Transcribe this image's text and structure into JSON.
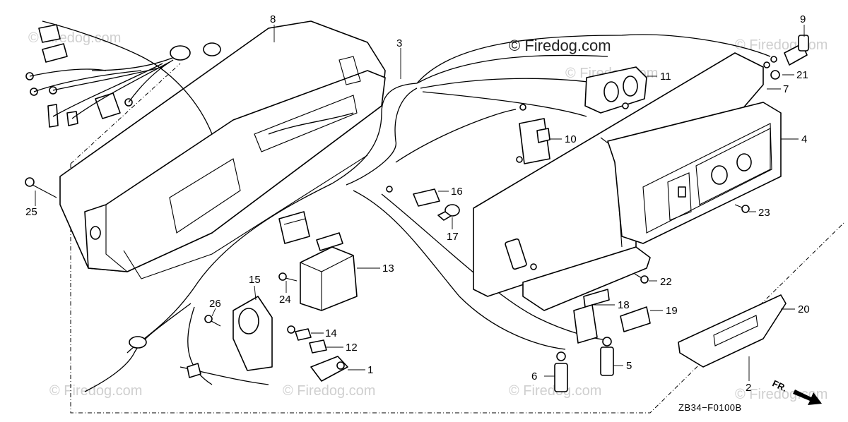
{
  "watermark": {
    "text": "© Firedog.com"
  },
  "diagram_code": "ZB34−F0100B",
  "direction_label": "FR.",
  "callouts": [
    {
      "id": "c1",
      "text": "1"
    },
    {
      "id": "c2",
      "text": "2"
    },
    {
      "id": "c3",
      "text": "3"
    },
    {
      "id": "c4",
      "text": "4"
    },
    {
      "id": "c5",
      "text": "5"
    },
    {
      "id": "c6",
      "text": "6"
    },
    {
      "id": "c7",
      "text": "7"
    },
    {
      "id": "c8",
      "text": "8"
    },
    {
      "id": "c9",
      "text": "9"
    },
    {
      "id": "c10",
      "text": "10"
    },
    {
      "id": "c11",
      "text": "11"
    },
    {
      "id": "c12",
      "text": "12"
    },
    {
      "id": "c13",
      "text": "13"
    },
    {
      "id": "c14",
      "text": "14"
    },
    {
      "id": "c15",
      "text": "15"
    },
    {
      "id": "c16",
      "text": "16"
    },
    {
      "id": "c17",
      "text": "17"
    },
    {
      "id": "c18",
      "text": "18"
    },
    {
      "id": "c19",
      "text": "19"
    },
    {
      "id": "c20",
      "text": "20"
    },
    {
      "id": "c21",
      "text": "21"
    },
    {
      "id": "c22",
      "text": "22"
    },
    {
      "id": "c23",
      "text": "23"
    },
    {
      "id": "c24",
      "text": "24"
    },
    {
      "id": "c25",
      "text": "25"
    },
    {
      "id": "c26",
      "text": "26"
    }
  ]
}
